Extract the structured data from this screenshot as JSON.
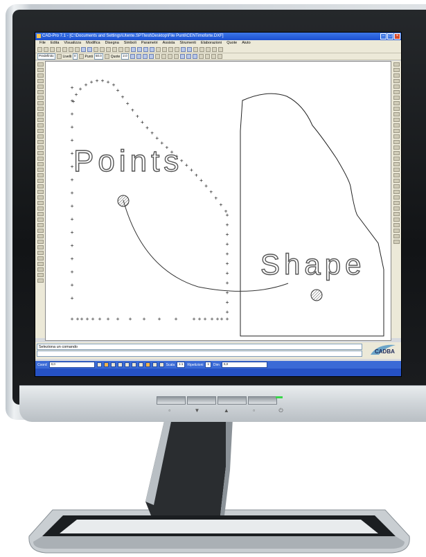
{
  "window": {
    "title": "CAD-Pro 7.1 - [C:\\Documents and Settings\\Utente.SPTtest\\Desktop\\File Punti\\CENTimoforte.DXF]"
  },
  "menu": [
    "File",
    "Edita",
    "Visualizza",
    "Modifica",
    "Disegna",
    "Simboli",
    "Parametri",
    "Assista",
    "Strumenti",
    "Elaborazioni",
    "Quote",
    "Aiuto"
  ],
  "toolbar2": {
    "layer_label": "Predefinito",
    "livelli_label": "Livelli",
    "livelli_value": "0",
    "punti_label": "Punti",
    "punti_value": "50.0",
    "quote_label": "Quote",
    "quote_value": "2.0"
  },
  "canvas": {
    "label_points": "Points",
    "label_shape": "Shape"
  },
  "command": {
    "prompt": "Seleziona un comando"
  },
  "status": {
    "coord_label": "Coord",
    "coord_value": "0,0",
    "scala_label": "Scala",
    "scala_value": "1:1",
    "ripetizioni_label": "Ripetizioni",
    "ripetizioni_value": "1",
    "dim_label": "Dim",
    "dim_value": "0,0"
  },
  "logo": {
    "text": "CADBA"
  },
  "monitor": {
    "led_color": "#38d64a"
  }
}
